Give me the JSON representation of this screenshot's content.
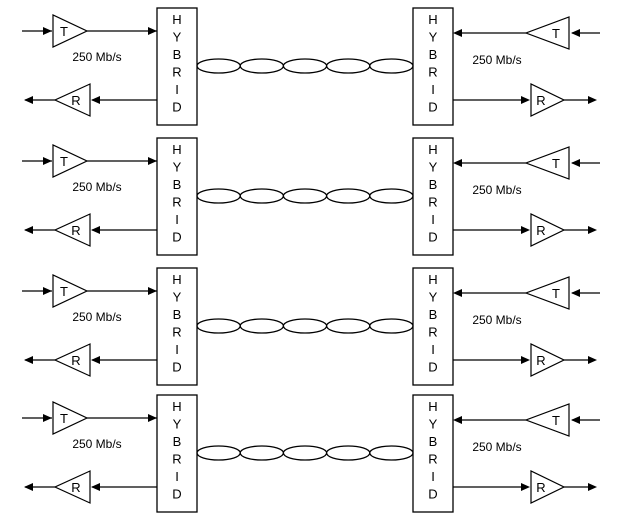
{
  "labels": {
    "hybrid_letters": [
      "H",
      "Y",
      "B",
      "R",
      "I",
      "D"
    ],
    "transmitter": "T",
    "receiver": "R",
    "rate": "250 Mb/s"
  },
  "channels": [
    {
      "id": 1,
      "left_rate": "250 Mb/s",
      "right_rate": "250 Mb/s"
    },
    {
      "id": 2,
      "left_rate": "250 Mb/s",
      "right_rate": "250 Mb/s"
    },
    {
      "id": 3,
      "left_rate": "250 Mb/s",
      "right_rate": "250 Mb/s"
    },
    {
      "id": 4,
      "left_rate": "250 Mb/s",
      "right_rate": "250 Mb/s"
    }
  ],
  "twisted_pair_segments": 5
}
